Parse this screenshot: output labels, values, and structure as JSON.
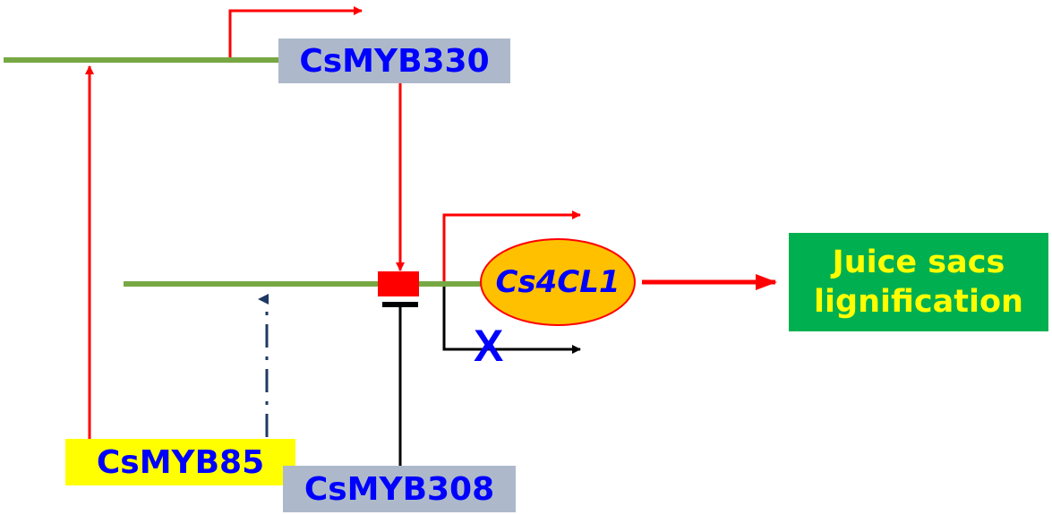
{
  "nodes": {
    "csmyb330": "CsMYB330",
    "cs4cl1": "Cs4CL1",
    "csmyb85": "CsMYB85",
    "csmyb308": "CsMYB308",
    "output_line1": "Juice sacs",
    "output_line2": "lignification",
    "blocked_mark": "X"
  },
  "colors": {
    "promoter_line": "#77a843",
    "activation": "#ff0000",
    "repression": "#000000",
    "dashed_arrow": "#1f3864",
    "gene_box_fill": "#adb9ca",
    "csmyb85_fill": "#ffff00",
    "cs4cl1_fill": "#ffc000",
    "output_fill": "#00b050",
    "label_text": "#0000ff",
    "output_text": "#ffff00",
    "binding_site": "#ff0000"
  }
}
